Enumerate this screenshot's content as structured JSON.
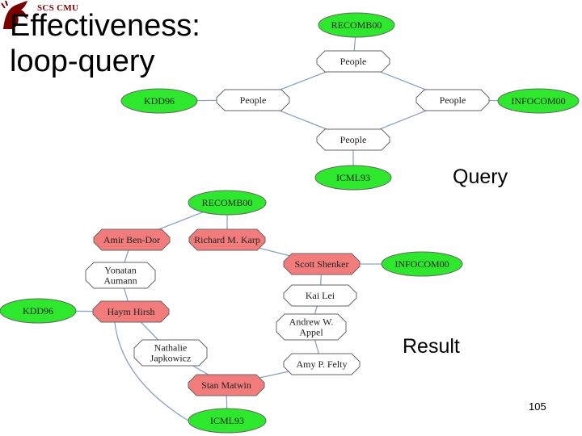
{
  "header": {
    "org": "SCS CMU",
    "title_line1": "Effectiveness:",
    "title_line2": "loop-query"
  },
  "captions": {
    "query": "Query",
    "result": "Result"
  },
  "page_number": "105",
  "colors": {
    "conference_node": "#2ee82e",
    "person_node": "#f27c7c",
    "generic_node": "#ffffff",
    "edge": "#8aa4c0",
    "logo": "#7a0000"
  },
  "query_graph": {
    "nodes": [
      {
        "id": "q-recomb",
        "label": "RECOMB00",
        "kind": "conference"
      },
      {
        "id": "q-people-top",
        "label": "People",
        "kind": "generic"
      },
      {
        "id": "q-kdd",
        "label": "KDD96",
        "kind": "conference"
      },
      {
        "id": "q-people-left",
        "label": "People",
        "kind": "generic"
      },
      {
        "id": "q-people-right",
        "label": "People",
        "kind": "generic"
      },
      {
        "id": "q-infocom",
        "label": "INFOCOM00",
        "kind": "conference"
      },
      {
        "id": "q-people-bottom",
        "label": "People",
        "kind": "generic"
      },
      {
        "id": "q-icml",
        "label": "ICML93",
        "kind": "conference"
      }
    ],
    "edges": [
      [
        "q-recomb",
        "q-people-top"
      ],
      [
        "q-people-top",
        "q-people-left"
      ],
      [
        "q-people-top",
        "q-people-right"
      ],
      [
        "q-kdd",
        "q-people-left"
      ],
      [
        "q-people-right",
        "q-infocom"
      ],
      [
        "q-people-left",
        "q-people-bottom"
      ],
      [
        "q-people-right",
        "q-people-bottom"
      ],
      [
        "q-people-bottom",
        "q-icml"
      ]
    ]
  },
  "result_graph": {
    "nodes": [
      {
        "id": "r-recomb",
        "label": "RECOMB00",
        "kind": "conference"
      },
      {
        "id": "r-amir",
        "label": "Amir Ben-Dor",
        "kind": "person"
      },
      {
        "id": "r-karp",
        "label": "Richard M. Karp",
        "kind": "person"
      },
      {
        "id": "r-yonatan",
        "label": "Yonatan|Aumann",
        "kind": "generic"
      },
      {
        "id": "r-shenker",
        "label": "Scott Shenker",
        "kind": "person"
      },
      {
        "id": "r-infocom",
        "label": "INFOCOM00",
        "kind": "conference"
      },
      {
        "id": "r-kdd",
        "label": "KDD96",
        "kind": "conference"
      },
      {
        "id": "r-haym",
        "label": "Haym Hirsh",
        "kind": "person"
      },
      {
        "id": "r-kailei",
        "label": "Kai Lei",
        "kind": "generic"
      },
      {
        "id": "r-appel",
        "label": "Andrew W.|Appel",
        "kind": "generic"
      },
      {
        "id": "r-nathalie",
        "label": "Nathalie|Japkowicz",
        "kind": "generic"
      },
      {
        "id": "r-amy",
        "label": "Amy P. Felty",
        "kind": "generic"
      },
      {
        "id": "r-matwin",
        "label": "Stan Matwin",
        "kind": "person"
      },
      {
        "id": "r-icml",
        "label": "ICML93",
        "kind": "conference"
      }
    ],
    "edges": [
      [
        "r-recomb",
        "r-amir"
      ],
      [
        "r-recomb",
        "r-karp"
      ],
      [
        "r-amir",
        "r-yonatan"
      ],
      [
        "r-yonatan",
        "r-haym"
      ],
      [
        "r-karp",
        "r-shenker"
      ],
      [
        "r-shenker",
        "r-infocom"
      ],
      [
        "r-shenker",
        "r-kailei"
      ],
      [
        "r-kdd",
        "r-haym"
      ],
      [
        "r-haym",
        "r-nathalie"
      ],
      [
        "r-haym",
        "r-icml"
      ],
      [
        "r-kailei",
        "r-appel"
      ],
      [
        "r-appel",
        "r-amy"
      ],
      [
        "r-nathalie",
        "r-matwin"
      ],
      [
        "r-amy",
        "r-matwin"
      ],
      [
        "r-matwin",
        "r-icml"
      ]
    ]
  }
}
